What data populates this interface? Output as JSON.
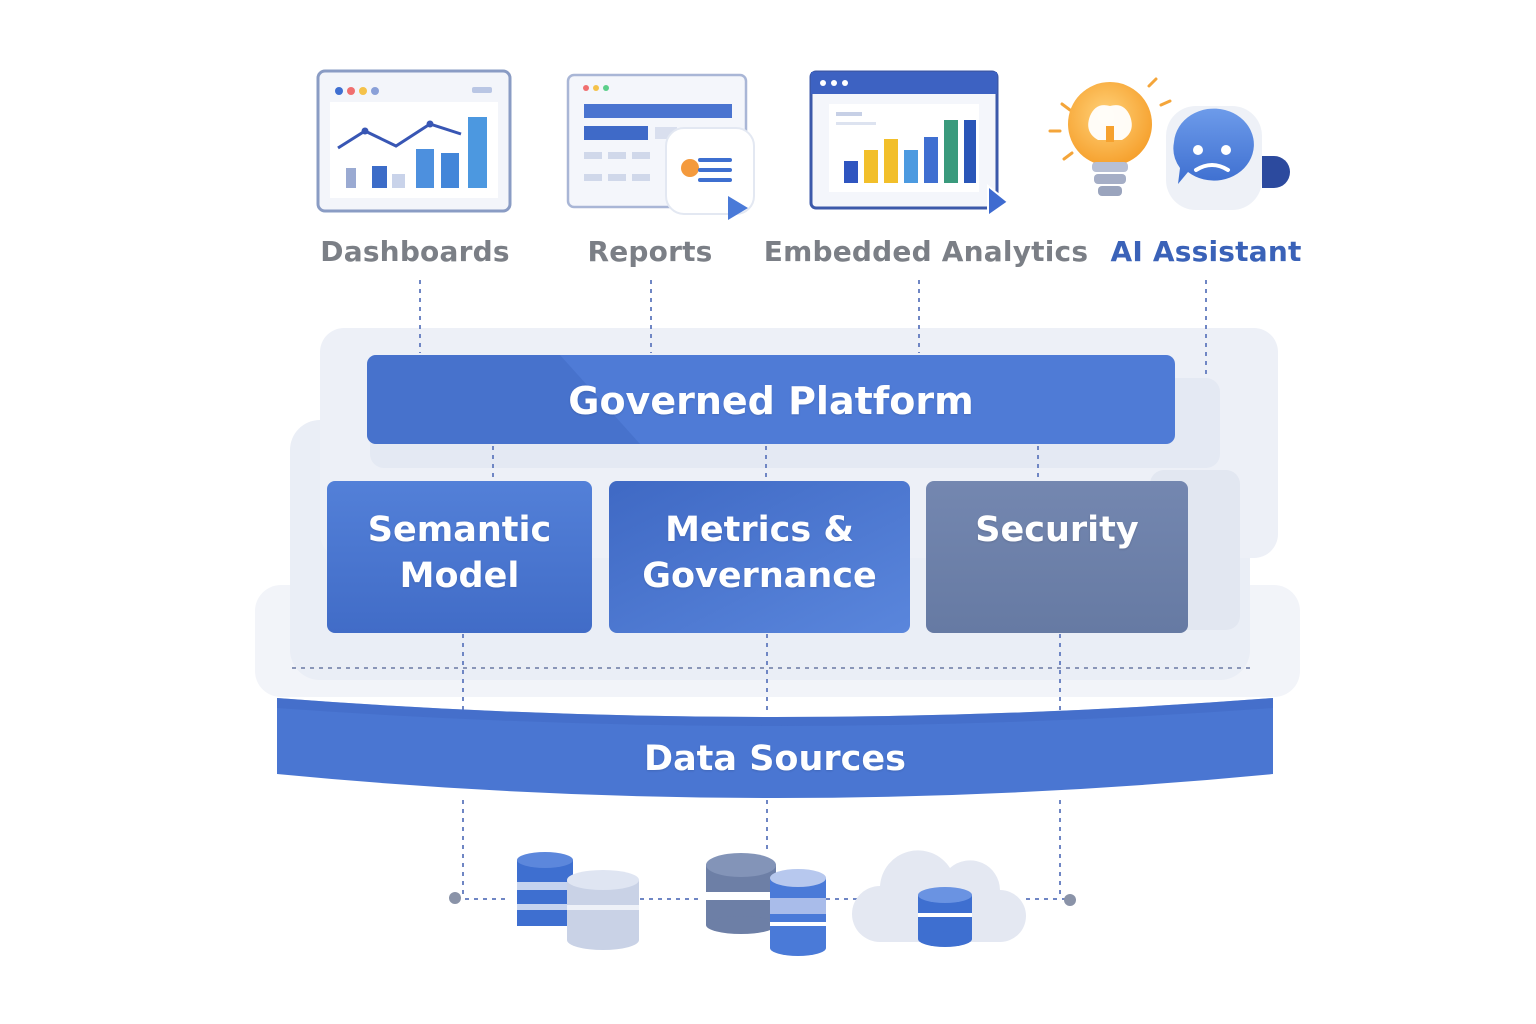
{
  "consumers": [
    {
      "label": "Dashboards",
      "icon": "dashboard-window-icon"
    },
    {
      "label": "Reports",
      "icon": "report-document-icon"
    },
    {
      "label": "Embedded Analytics",
      "icon": "embedded-chart-window-icon"
    },
    {
      "label": "AI Assistant",
      "icon": "lightbulb-chat-icon"
    }
  ],
  "platform": {
    "title": "Governed Platform",
    "modules": [
      {
        "line1": "Semantic",
        "line2": "Model"
      },
      {
        "line1": "Metrics &",
        "line2": "Governance"
      },
      {
        "line1": "Security",
        "line2": ""
      }
    ]
  },
  "data_layer": {
    "title": "Data Sources",
    "icons": [
      "database-stack-icon",
      "database-cylinders-icon",
      "cloud-database-icon"
    ]
  },
  "colors": {
    "primary_blue": "#4a76d2",
    "security_gray_blue": "#6d82aa",
    "label_gray": "#7b7f86",
    "accent_label": "#3a62b8",
    "connector": "#6f86c4",
    "backdrop": "#eef1f7"
  }
}
